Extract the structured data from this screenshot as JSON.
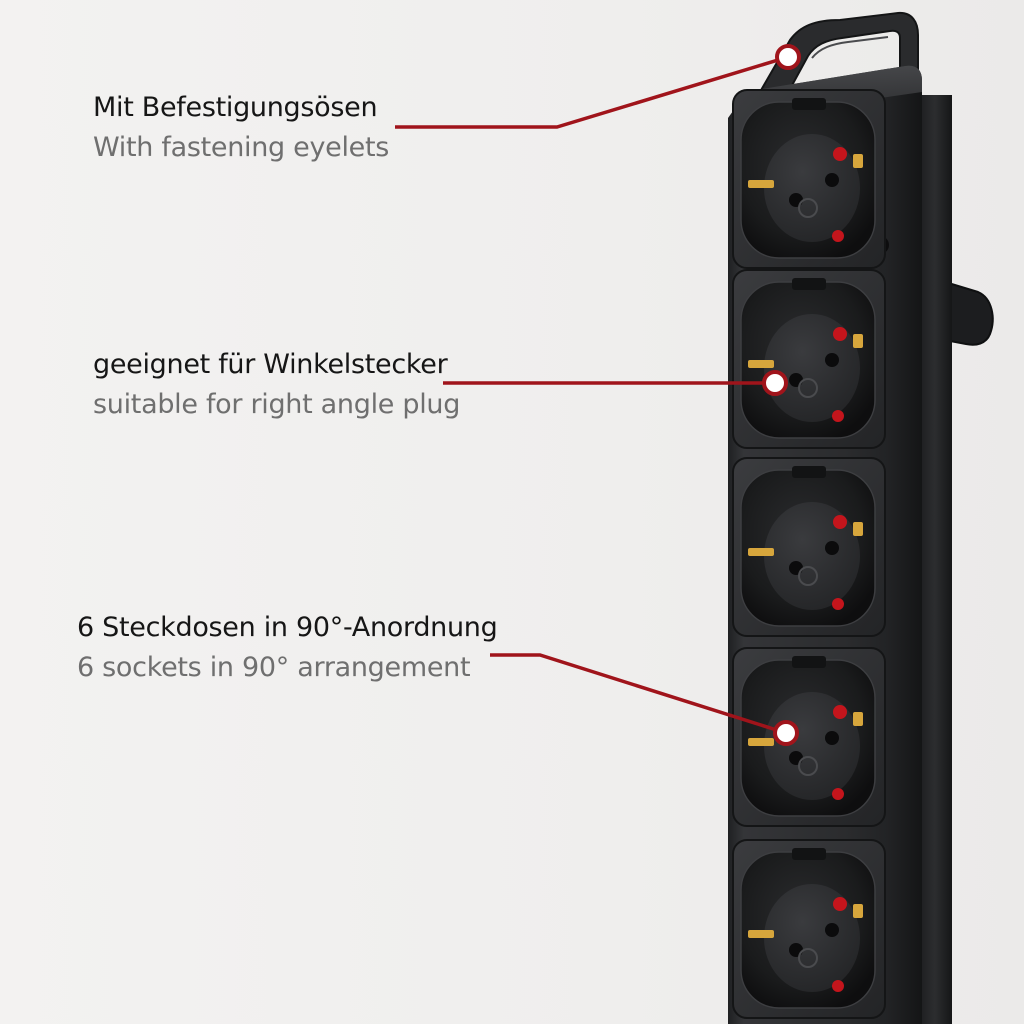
{
  "colors": {
    "background": "#f1f0ef",
    "housing": "#2a2b2d",
    "callout_line": "#a0141b",
    "marker_fill": "#ffffff",
    "german_text": "#161616",
    "english_text": "#6f6f6f",
    "contact_pin": "#d7a63c",
    "indicator": "#c4151c"
  },
  "callouts": [
    {
      "german": "Mit Befestigungsösen",
      "english": "With fastening eyelets",
      "icon": "eyelet-marker-icon"
    },
    {
      "german": "geeignet für Winkelstecker",
      "english": "suitable for right angle plug",
      "icon": "right-angle-plug-marker-icon"
    },
    {
      "german": "6 Steckdosen in 90°-Anordnung",
      "english": "6 sockets in 90° arrangement",
      "icon": "socket-arrangement-marker-icon"
    }
  ],
  "product": {
    "socket_count": 6,
    "visible_sockets": 5,
    "socket_icon": "schuko-socket-icon"
  }
}
